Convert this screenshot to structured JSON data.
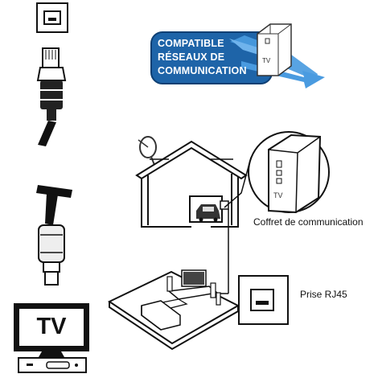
{
  "banner": {
    "line1": "COMPATIBLE",
    "line2": "RÉSEAUX DE",
    "line3": "COMMUNICATION",
    "color": "#1e64a8"
  },
  "labels": {
    "coffret": "Coffret de communication",
    "prise": "Prise RJ45"
  },
  "tv": {
    "screen_text": "TV",
    "box_text_small": "TV",
    "box_text_large": "TV"
  },
  "icons": [
    "rj45-socket-icon",
    "ethernet-plug-icon",
    "hdmi-plug-icon",
    "tv-icon",
    "set-top-box-icon",
    "satellite-dish-icon",
    "house-icon",
    "car-icon",
    "communication-box-icon"
  ]
}
